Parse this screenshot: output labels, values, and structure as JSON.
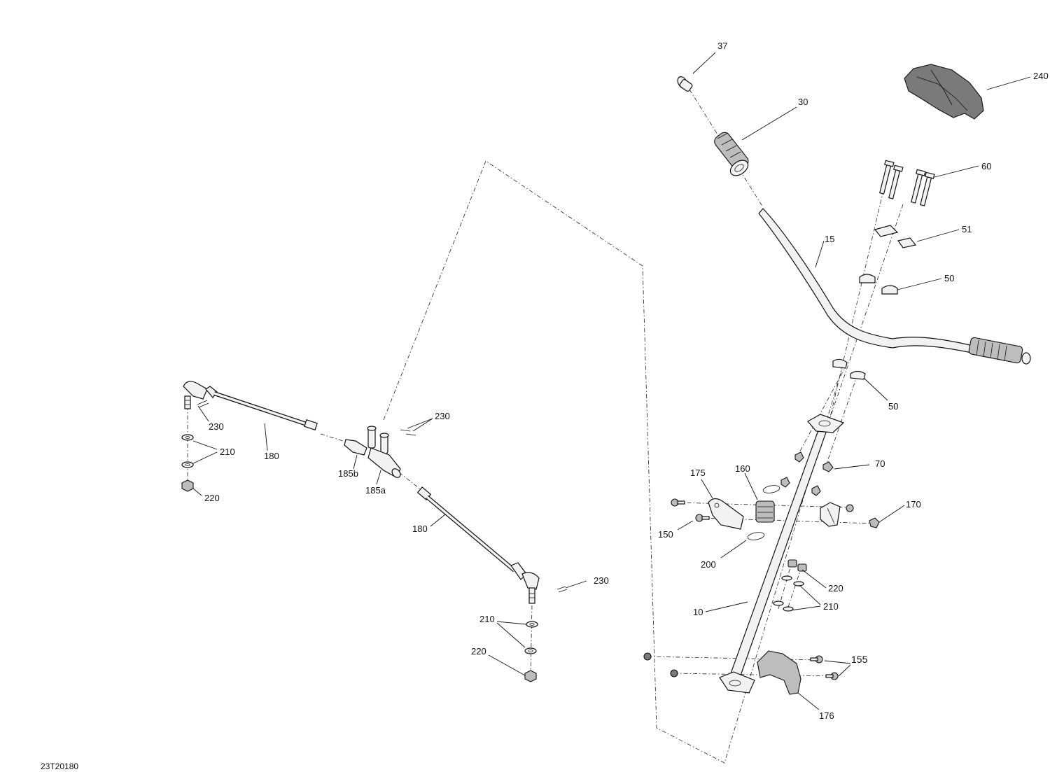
{
  "diagram": {
    "reference_code": "23T20180",
    "callouts": {
      "c37": "37",
      "c240": "240",
      "c30": "30",
      "c60": "60",
      "c51": "51",
      "c15": "15",
      "c50a": "50",
      "c50b": "50",
      "c70": "70",
      "c175": "175",
      "c160": "160",
      "c170": "170",
      "c150": "150",
      "c200": "200",
      "c220r": "220",
      "c210r": "210",
      "c10": "10",
      "c155": "155",
      "c176": "176",
      "c230a": "230",
      "c230b": "230",
      "c230c": "230",
      "c180a": "180",
      "c180b": "180",
      "c210a": "210",
      "c210b": "210",
      "c220a": "220",
      "c220b": "220",
      "c185b": "185b",
      "c185a": "185a"
    }
  }
}
